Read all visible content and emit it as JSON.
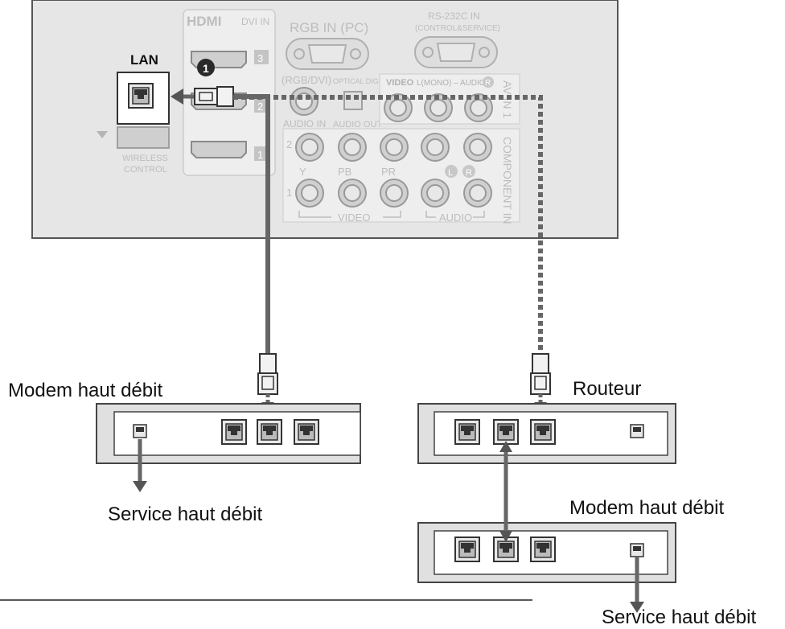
{
  "panel": {
    "hdmi_logo": "HDMI",
    "dvi_in": "DVI IN",
    "rgb_in": "RGB IN (PC)",
    "rs232_line1": "RS-232C IN",
    "rs232_line2": "(CONTROL&SERVICE)",
    "lan": "LAN",
    "hdmi_port_numbers": [
      "3",
      "2",
      "1"
    ],
    "callout_number": "1",
    "rgb_dvi": "(RGB/DVI)",
    "optical_digital": "OPTICAL DIGITAL",
    "audio_in": "AUDIO IN",
    "audio_out": "AUDIO OUT",
    "video": "VIDEO",
    "l_mono_audio": "L(MONO) – AUDIO –",
    "r_marker": "R",
    "av_in_1": "AV IN 1",
    "component_in": "COMPONENT IN",
    "wireless_line1": "WIRELESS",
    "wireless_line2": "CONTROL",
    "row_numbers": [
      "2",
      "1"
    ],
    "y": "Y",
    "pb": "PB",
    "pr": "PR",
    "l_marker": "L",
    "r_marker2": "R",
    "video_bottom": "VIDEO",
    "audio_bottom": "AUDIO"
  },
  "devices": {
    "modem_left_label": "Modem haut débit",
    "router_label": "Routeur",
    "modem_right_label": "Modem haut débit",
    "service_left_label": "Service haut débit",
    "service_right_label": "Service haut débit"
  },
  "colors": {
    "panel_fill": "#e6e6e6",
    "device_fill": "#e0e0e0",
    "cable": "#666666",
    "dotted_cable": "#666666",
    "outline": "#444444"
  }
}
